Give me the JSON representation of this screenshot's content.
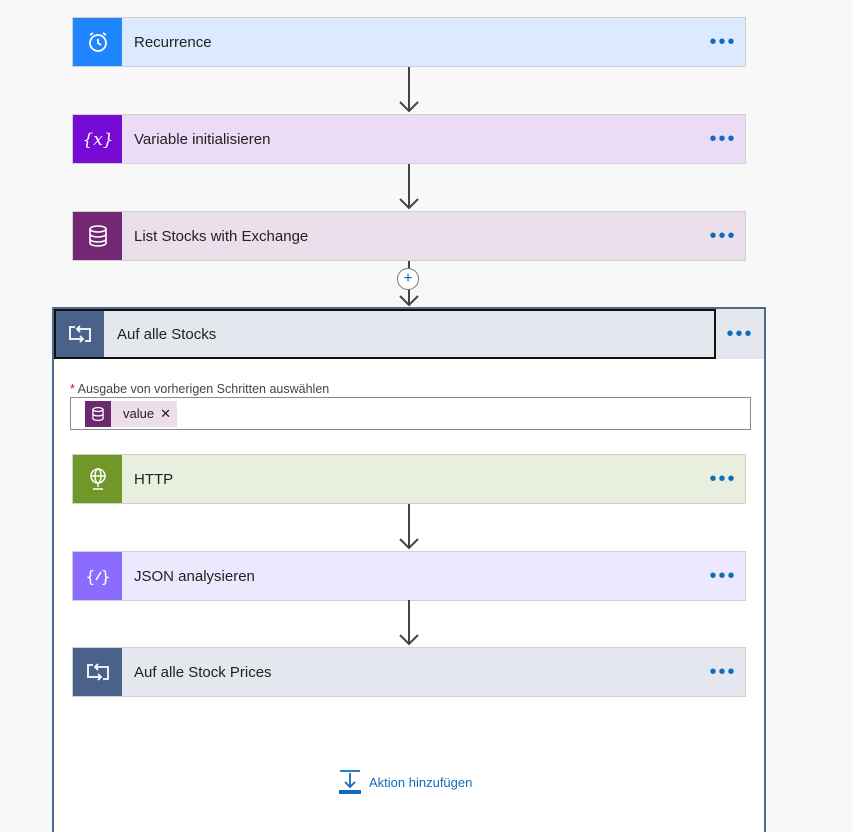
{
  "flow": {
    "steps": [
      {
        "label": "Recurrence",
        "icon": "alarm-clock-icon",
        "icon_bg": "#1f85ff",
        "card_bg": "#dbeafe"
      },
      {
        "label": "Variable initialisieren",
        "icon": "variable-icon",
        "icon_bg": "#770bd6",
        "card_bg": "#ecdbf6"
      },
      {
        "label": "List Stocks with Exchange",
        "icon": "database-icon",
        "icon_bg": "#742774",
        "card_bg": "#eadfea"
      }
    ],
    "more_glyph": "•••",
    "plus_glyph": "+"
  },
  "scope": {
    "title": "Auf alle Stocks",
    "icon": "loop-icon",
    "field_required_mark": "*",
    "field_label": "Ausgabe von vorherigen Schritten auswählen",
    "token_label": "value",
    "token_close": "✕",
    "inner_steps": [
      {
        "label": "HTTP",
        "icon": "globe-icon",
        "icon_bg": "#709727",
        "card_bg": "#e8efdf"
      },
      {
        "label": "JSON analysieren",
        "icon": "json-icon",
        "icon_bg": "#8c6cff",
        "card_bg": "#ece8fd"
      },
      {
        "label": "Auf alle Stock Prices",
        "icon": "loop-icon",
        "icon_bg": "#4a6289",
        "card_bg": "#e4e7ee"
      }
    ],
    "add_action_label": "Aktion hinzufügen"
  }
}
